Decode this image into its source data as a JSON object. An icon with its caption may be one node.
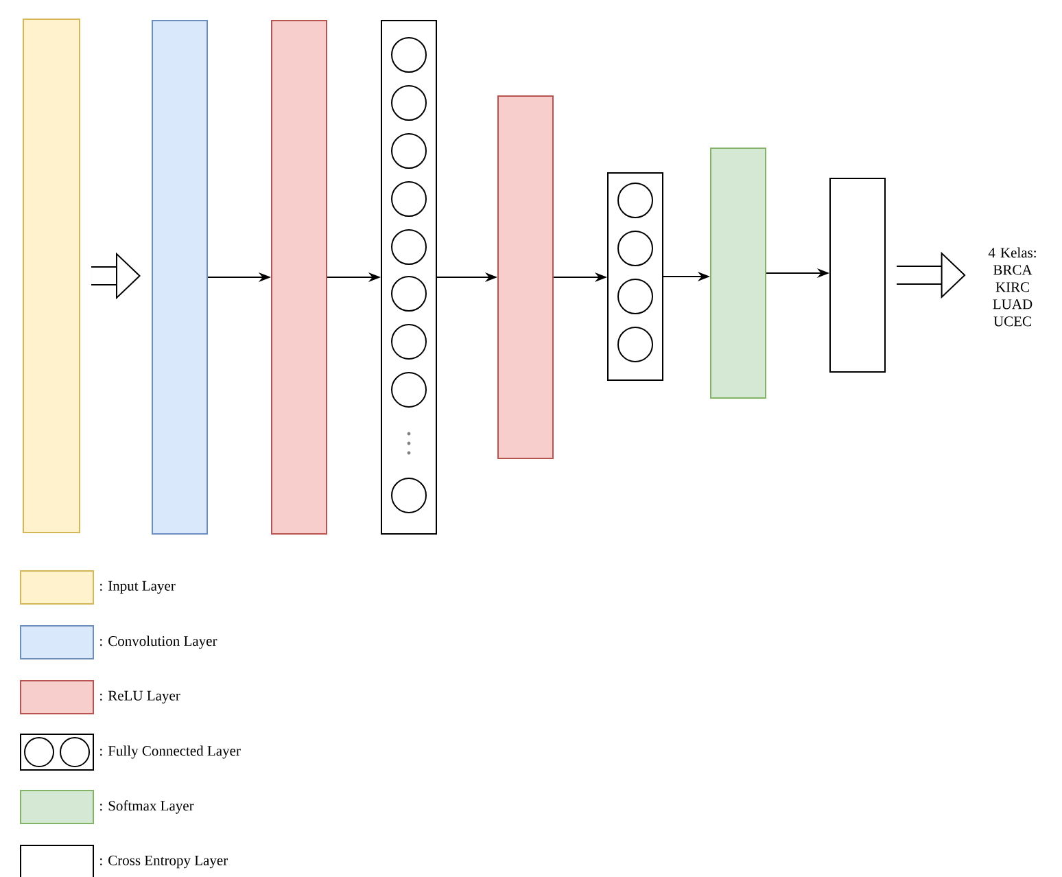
{
  "diagram": {
    "nodes": [
      {
        "text": [],
        "shape": "bar"
      },
      {
        "text": [],
        "shape": "bar"
      },
      {
        "text": [],
        "shape": "bar"
      },
      {
        "text": [],
        "shape": "bar"
      },
      {
        "text": [],
        "shape": "bar"
      },
      {
        "text": [],
        "shape": "bar"
      },
      {
        "text": [],
        "shape": "bar"
      },
      {
        "text": [],
        "shape": "bar"
      },
      {
        "text": [
          "4 Kelas: BRCA KIRC LUAD UCEC"
        ]
      }
    ],
    "edges": [
      {
        "from": 0,
        "to": 1,
        "arrow": "to",
        "style": "thick"
      },
      {
        "from": 1,
        "to": 2,
        "arrow": "to"
      },
      {
        "from": 2,
        "to": 3,
        "arrow": "to"
      },
      {
        "from": 3,
        "to": 4,
        "arrow": "to"
      },
      {
        "from": 4,
        "to": 5,
        "arrow": "to"
      },
      {
        "from": 5,
        "to": 6,
        "arrow": "to"
      },
      {
        "from": 6,
        "to": 7,
        "arrow": "to"
      },
      {
        "from": 7,
        "to": 8,
        "arrow": "to",
        "style": "thick"
      }
    ],
    "legend": [
      {
        "text": ": Input Layer",
        "color": "#fff2cc"
      },
      {
        "text": ": Convolution Layer",
        "color": "#dae8fc"
      },
      {
        "text": ": ReLU Layer",
        "color": "#f8cecc"
      },
      {
        "text": ": Fully Connected Layer"
      },
      {
        "text": ": Softmax Layer",
        "color": "#d5e8d4"
      },
      {
        "text": ": Cross Entropy Layer"
      }
    ]
  }
}
